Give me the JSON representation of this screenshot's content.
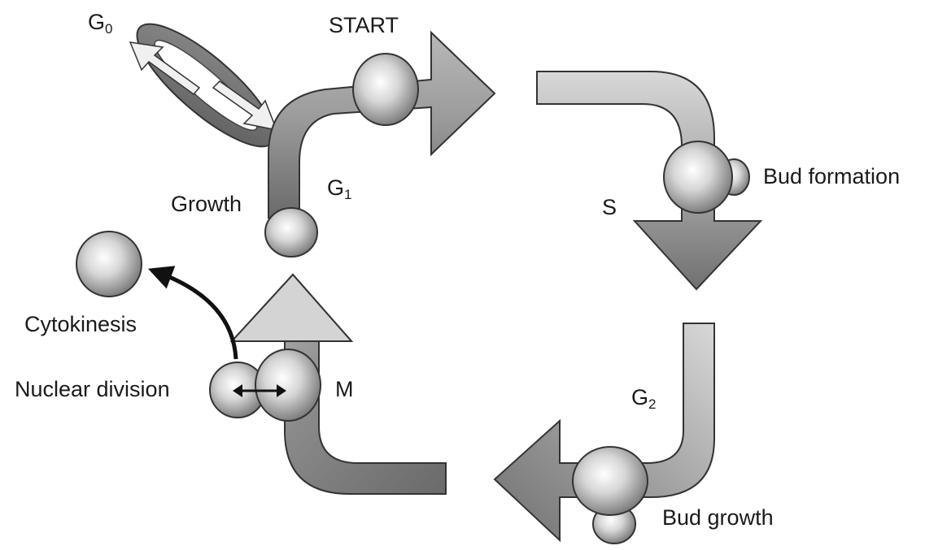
{
  "labels": {
    "g0_base": "G",
    "g0_sub": "0",
    "start": "START",
    "g1_base": "G",
    "g1_sub": "1",
    "growth": "Growth",
    "bud_formation": "Bud formation",
    "s_phase": "S",
    "g2_base": "G",
    "g2_sub": "2",
    "bud_growth": "Bud growth",
    "m_phase": "M",
    "nuclear_division": "Nuclear division",
    "cytokinesis": "Cytokinesis"
  },
  "colors": {
    "outline": "#333333",
    "arrow_light": "#d4d4d4",
    "arrow_mid": "#9a9a9a",
    "arrow_dark": "#6e6e6e",
    "cell_highlight": "#ffffff",
    "cell_shadow": "#7d7d7d",
    "text": "#1a1a1a"
  }
}
